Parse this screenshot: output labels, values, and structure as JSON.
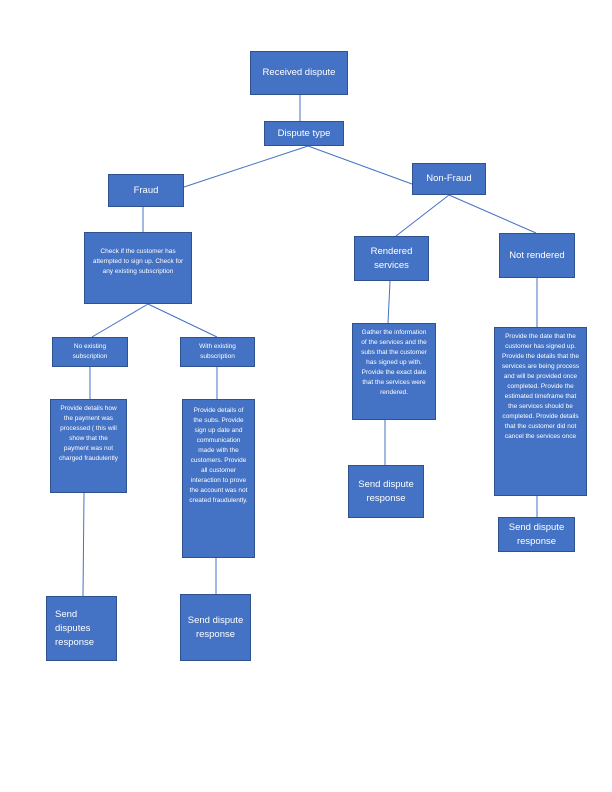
{
  "colors": {
    "box_fill": "#4472C4",
    "box_border": "#2F528F",
    "connector": "#4472C4",
    "text": "#FFFFFF"
  },
  "nodes": {
    "received_dispute": "Received dispute",
    "dispute_type": "Dispute type",
    "fraud": "Fraud",
    "non_fraud": "Non-Fraud",
    "check_customer": "Check if the customer has attempted to sign up. Check for any existing subscription",
    "rendered_services": "Rendered services",
    "not_rendered": "Not rendered",
    "no_existing_subscription": "No existing subscription",
    "with_existing_subscription": "With existing subscription",
    "gather_information": "Gather the information of the services and the subs that the customer has signed up with. Provide the exact date that the services were rendered.",
    "provide_date_signed_up": "Provide the date that the customer has signed up. Provide the details that the services are being process and will be provided once completed. Provide the estimated timeframe that the services should be completed. Provide details that the customer did not cancel the services once",
    "provide_payment_details": "Provide details how the payment was processed ( this will show that the payment was not charged fraudulently",
    "provide_subs_details": "Provide details of the subs. Provide sign up date and communication made with the customers. Provide all customer interaction to prove the account was not created fraudulently.",
    "send_dispute_response_rendered": "Send dispute response",
    "send_dispute_response_not_rendered": "Send dispute response",
    "send_disputes_response_no_sub": "Send disputes response",
    "send_dispute_response_with_sub": "Send dispute response"
  }
}
